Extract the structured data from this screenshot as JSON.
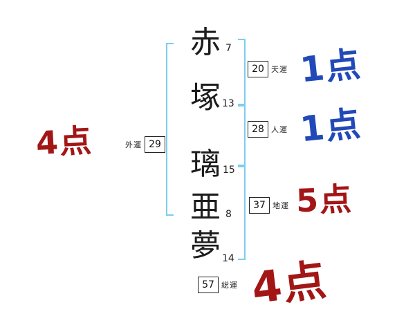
{
  "name_chars": [
    {
      "char": "赤",
      "strokes": "7"
    },
    {
      "char": "塚",
      "strokes": "13"
    },
    {
      "char": "璃",
      "strokes": "15"
    },
    {
      "char": "亜",
      "strokes": "8"
    },
    {
      "char": "夢",
      "strokes": "14"
    }
  ],
  "fortunes": {
    "ten": {
      "value": "20",
      "label": "天運",
      "score": "1点",
      "score_color": "blue"
    },
    "jin": {
      "value": "28",
      "label": "人運",
      "score": "1点",
      "score_color": "blue"
    },
    "chi": {
      "value": "37",
      "label": "地運",
      "score": "5点",
      "score_color": "red"
    },
    "gai": {
      "value": "29",
      "label": "外運",
      "score": "4点",
      "score_color": "red"
    },
    "sou": {
      "value": "57",
      "label": "総運",
      "score": "4点",
      "score_color": "red"
    }
  },
  "colors": {
    "bracket_blue": "#7ccdf0",
    "score_blue": "#2149b8",
    "score_red": "#a31616",
    "text_black": "#1c1c1c"
  }
}
